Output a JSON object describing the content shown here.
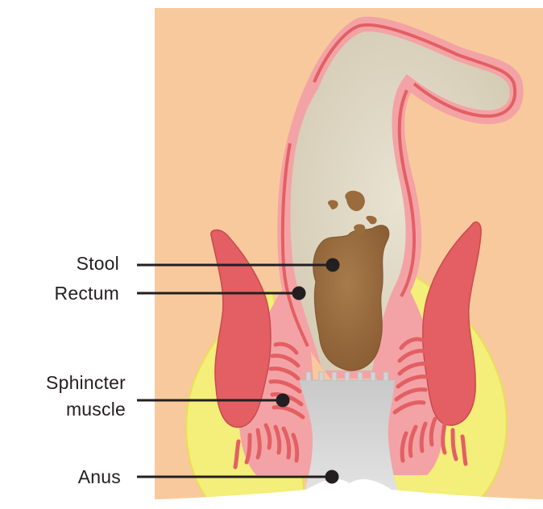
{
  "diagram": {
    "labels": {
      "stool": "Stool",
      "rectum": "Rectum",
      "sphincter_line1": "Sphincter",
      "sphincter_line2": "muscle",
      "anus": "Anus"
    }
  },
  "colors": {
    "background_tissue": "#f8c99c",
    "fat": "#f4ee7a",
    "wall_pink": "#f3a3a5",
    "muscle_red": "#e35f63",
    "lumen": "#ded7c3",
    "stool": "#9a6b3d",
    "anal_canal": "#d4d4d4",
    "leader_line": "#231f20"
  }
}
